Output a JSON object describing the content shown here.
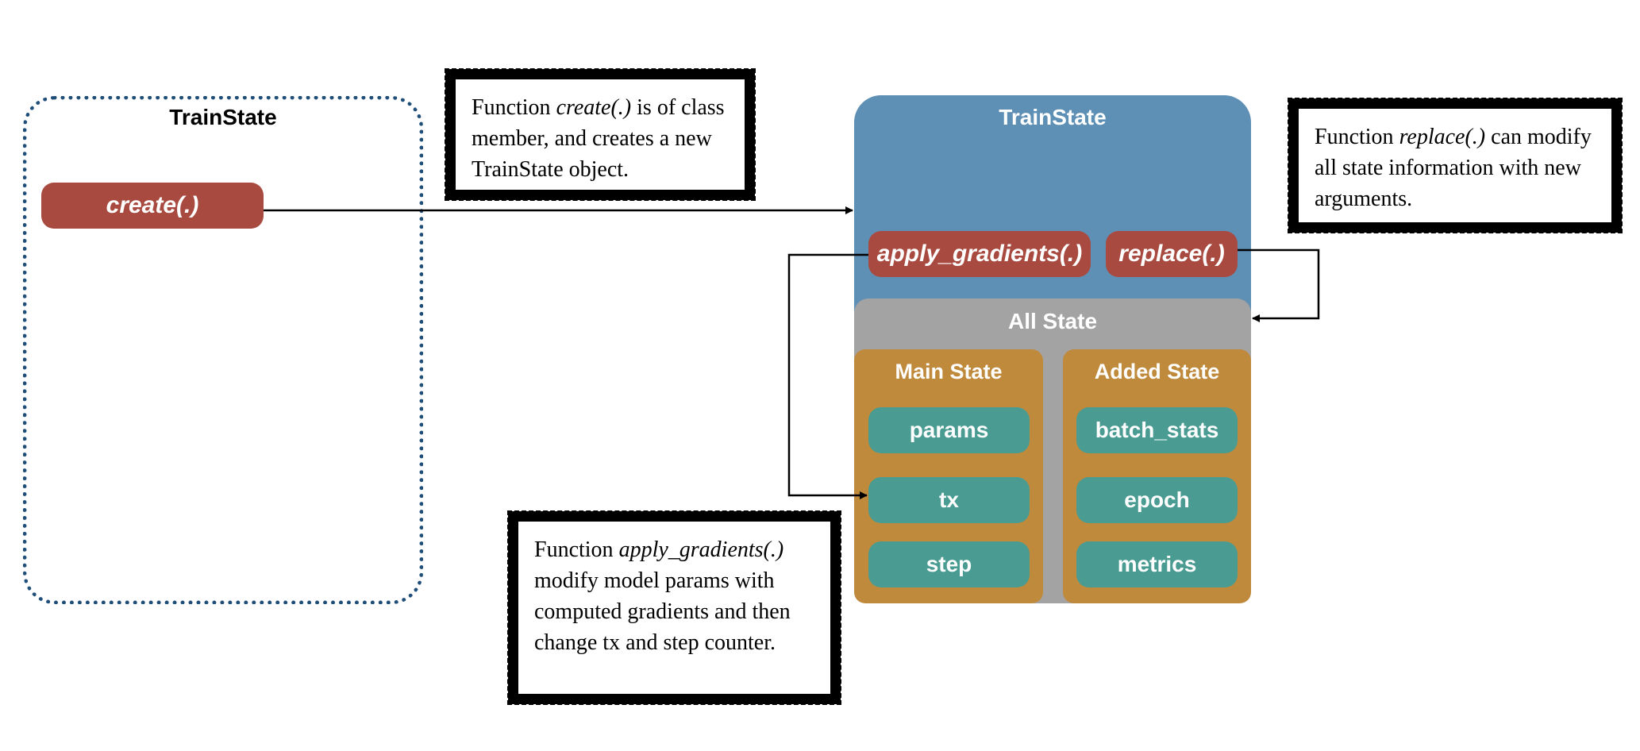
{
  "class_panel": {
    "title": "TrainState",
    "create_label": "create(.)"
  },
  "object_panel": {
    "title": "TrainState",
    "apply_label": "apply_gradients(.)",
    "replace_label": "replace(.)",
    "all_state_title": "All State",
    "main_state": {
      "title": "Main State",
      "fields": [
        "params",
        "tx",
        "step"
      ]
    },
    "added_state": {
      "title": "Added State",
      "fields": [
        "batch_stats",
        "epoch",
        "metrics"
      ]
    }
  },
  "notes": {
    "create": {
      "prefix": "Function ",
      "func": "create(.)",
      "suffix": " is of class member, and creates a new TrainState object."
    },
    "replace": {
      "prefix": "Function ",
      "func": "replace(.)",
      "suffix": " can modify all state information with new arguments."
    },
    "apply": {
      "prefix": "Function ",
      "func": "apply_gradients(.)",
      "suffix": " modify model params with computed gradients and then change tx and step counter."
    }
  },
  "colors": {
    "class_border": "#1f4e79",
    "object_blue": "#5e8fb5",
    "method_red": "#a84a3f",
    "all_state_gray": "#a3a3a3",
    "state_orange": "#c08a3c",
    "field_teal": "#4a9c92"
  }
}
